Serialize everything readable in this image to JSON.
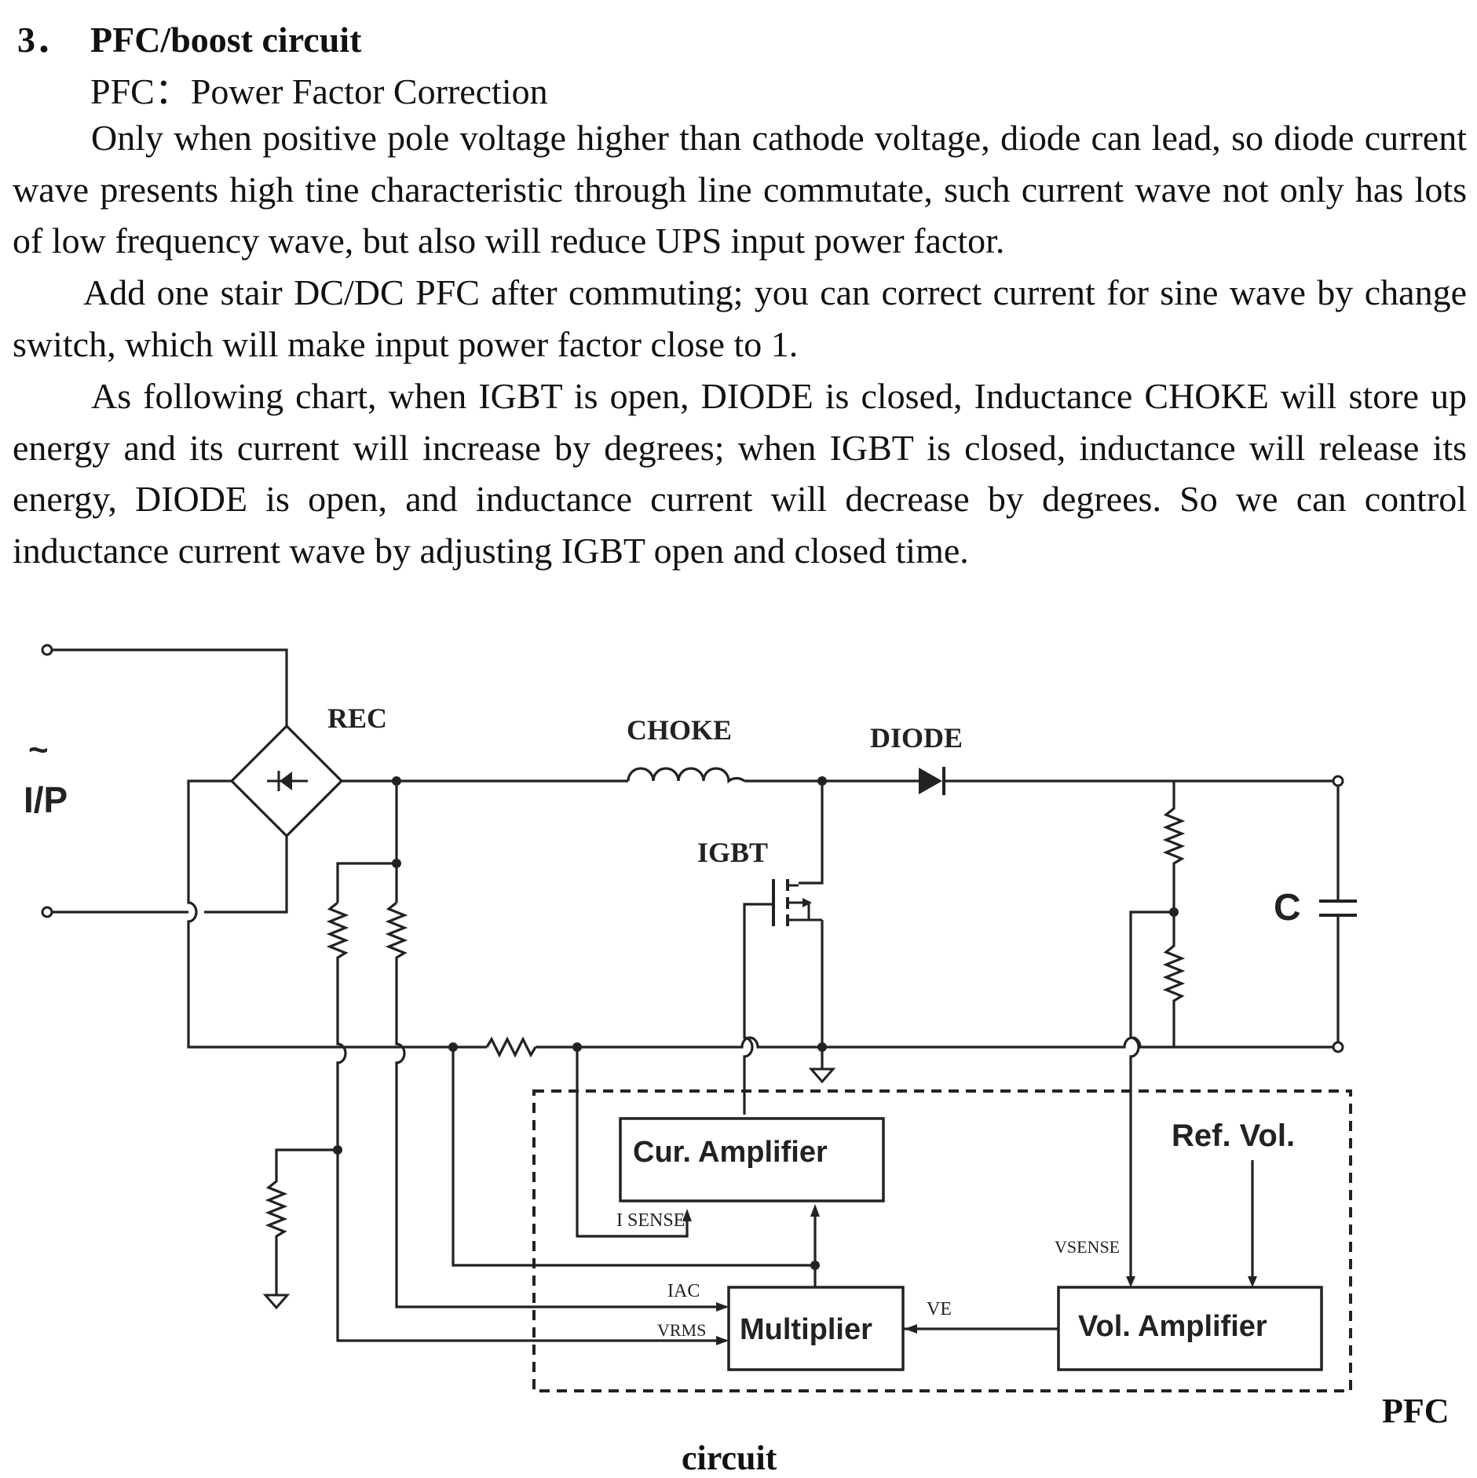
{
  "section": {
    "number": "3．",
    "title": "PFC/boost circuit",
    "subtitle": "PFC：Power Factor Correction"
  },
  "paragraphs": [
    "Only when positive pole voltage higher than cathode voltage, diode can lead, so diode current wave presents high tine characteristic through line commutate, such current wave not only has lots of low frequency wave, but also will reduce UPS input power factor.",
    "Add one stair DC/DC PFC after commuting; you can correct current for sine wave by change switch, which will make input power factor close to 1.",
    "As following chart, when IGBT is open, DIODE is closed, Inductance CHOKE will store up energy and its current will increase by degrees; when IGBT is closed, inductance will release its energy, DIODE is open, and inductance current will decrease by degrees. So we can control inductance current wave by adjusting IGBT open and closed time."
  ],
  "diagram": {
    "labels": {
      "input_symbol": "~",
      "input": "I/P",
      "rectifier": "REC",
      "choke": "CHOKE",
      "diode": "DIODE",
      "igbt": "IGBT",
      "capacitor": "C",
      "cur_amp": "Cur. Amplifier",
      "ref_vol": "Ref. Vol.",
      "multiplier": "Multiplier",
      "vol_amp": "Vol. Amplifier",
      "i_sense": "I SENSE",
      "v_sense": "VSENSE",
      "i_ac": "IAC",
      "v_rms": "VRMS",
      "v_e": "VE"
    }
  },
  "caption": {
    "part1": "PFC",
    "part2": "circuit"
  }
}
